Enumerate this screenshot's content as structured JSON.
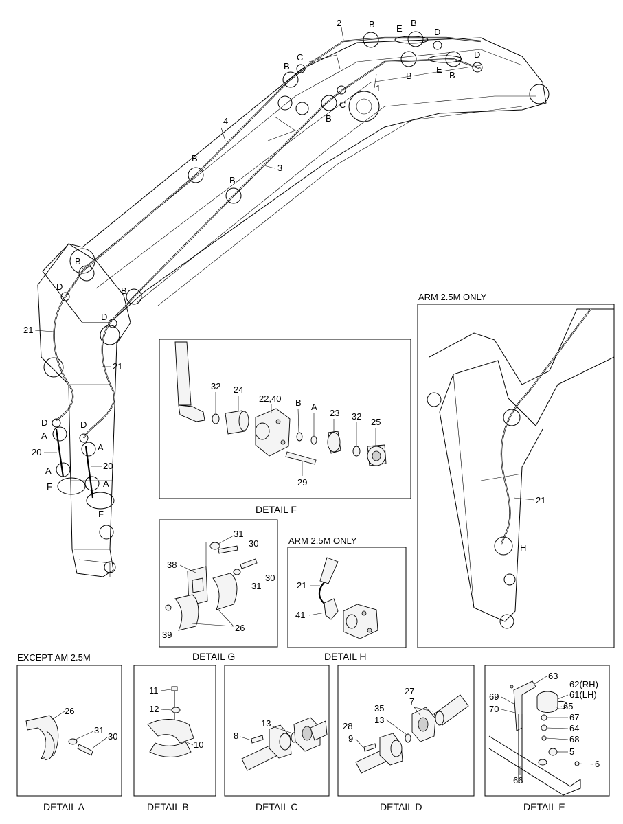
{
  "main_labels": {
    "n1": "1",
    "n2": "2",
    "n3": "3",
    "n4": "4",
    "n20a": "20",
    "n20b": "20",
    "n21a": "21",
    "n21b": "21",
    "A": "A",
    "B": "B",
    "C": "C",
    "D": "D",
    "E": "E",
    "F": "F"
  },
  "detail_f": {
    "caption": "DETAIL  F",
    "labels": [
      "32",
      "24",
      "22,40",
      "B",
      "A",
      "23",
      "32",
      "25",
      "29"
    ]
  },
  "detail_g": {
    "caption": "DETAIL  G",
    "labels": [
      "31",
      "30",
      "38",
      "30",
      "31",
      "39",
      "26"
    ]
  },
  "detail_h": {
    "title": "ARM 2.5M ONLY",
    "caption": "DETAIL  H",
    "labels": [
      "21",
      "41"
    ]
  },
  "arm_view": {
    "title": "ARM 2.5M ONLY",
    "labels": [
      "21",
      "H"
    ]
  },
  "detail_a": {
    "title": "EXCEPT AM 2.5M",
    "caption": "DETAIL  A",
    "labels": [
      "26",
      "31",
      "30"
    ]
  },
  "detail_b": {
    "caption": "DETAIL  B",
    "labels": [
      "11",
      "12",
      "10"
    ]
  },
  "detail_c": {
    "caption": "DETAIL  C",
    "labels": [
      "13",
      "8"
    ]
  },
  "detail_d": {
    "caption": "DETAIL  D",
    "labels": [
      "27",
      "7",
      "35",
      "13",
      "28",
      "9"
    ]
  },
  "detail_e": {
    "caption": "DETAIL  E",
    "labels": [
      "63",
      "62(RH)",
      "61(LH)",
      "69",
      "65",
      "70",
      "67",
      "64",
      "68",
      "5",
      "6",
      "66"
    ]
  }
}
